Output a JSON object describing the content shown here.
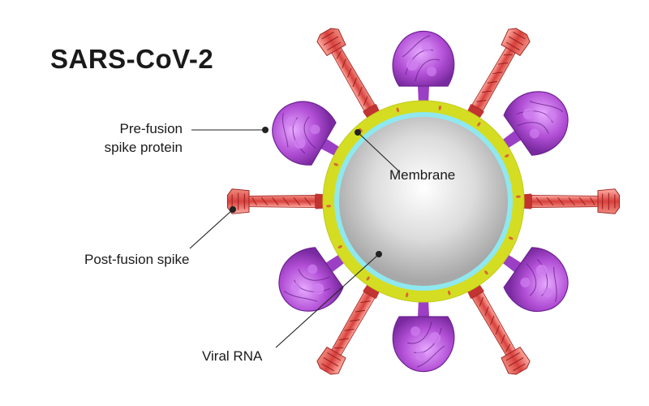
{
  "title": "SARS-CoV-2",
  "labels": {
    "prefusion_line1": "Pre-fusion",
    "prefusion_line2": "spike protein",
    "postfusion": "Post-fusion spike",
    "membrane": "Membrane",
    "rna": "Viral RNA"
  },
  "colors": {
    "envelope": "#d4dd22",
    "membrane_glow": "#8fe8ef",
    "core_center": "#ffffff",
    "core_edge": "#a8a8a8",
    "prefusion_spike": "#b24fd6",
    "postfusion_spike": "#d9403d",
    "leader_line": "#222222"
  },
  "icons": {
    "prefusion_spike": "prefusion-spike-icon",
    "postfusion_spike": "postfusion-spike-icon"
  }
}
